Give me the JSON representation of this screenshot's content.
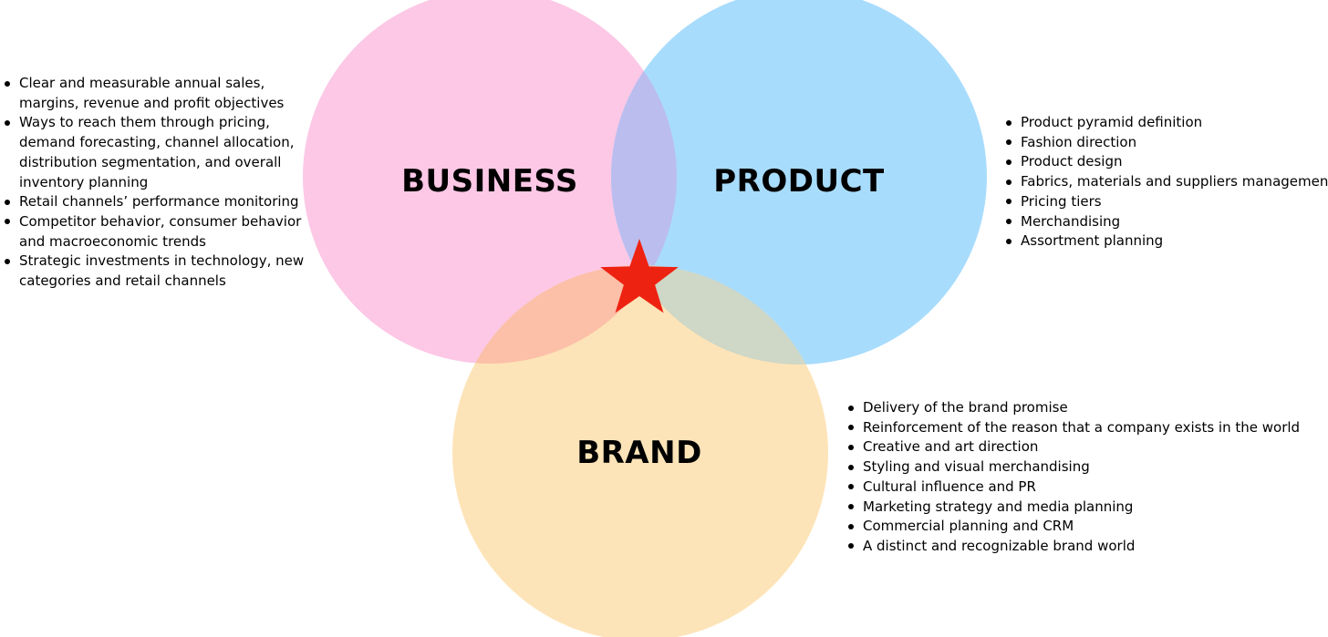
{
  "circles": [
    {
      "key": "business",
      "label": "BUSINESS",
      "color": "#fcc8e6"
    },
    {
      "key": "product",
      "label": "PRODUCT",
      "color": "#a8dcfc"
    },
    {
      "key": "brand",
      "label": "BRAND",
      "color": "#fde4b8"
    }
  ],
  "overlap_colors": {
    "business_product": "#bbbdef",
    "business_brand": "#fcbfa8",
    "product_brand": "#cfd7c6"
  },
  "center_marker": {
    "icon": "star-icon",
    "color": "#ee2211"
  },
  "business_points": [
    [
      "Clear and measurable annual sales,",
      "margins, revenue and profit objectives"
    ],
    [
      "Ways to reach them through pricing,",
      "demand forecasting, channel allocation,",
      "distribution segmentation, and overall",
      "inventory planning"
    ],
    [
      "Retail channels’ performance monitoring"
    ],
    [
      "Competitor behavior, consumer behavior",
      "and macroeconomic trends"
    ],
    [
      "Strategic investments in technology, new",
      "categories and retail channels"
    ]
  ],
  "product_points": [
    "Product pyramid definition",
    "Fashion direction",
    "Product design",
    "Fabrics, materials and suppliers management",
    "Pricing tiers",
    "Merchandising",
    "Assortment planning"
  ],
  "brand_points": [
    "Delivery of the brand promise",
    "Reinforcement of the reason that a company exists in the world",
    "Creative and art direction",
    "Styling and visual merchandising",
    "Cultural influence and PR",
    "Marketing strategy and media planning",
    "Commercial planning and CRM",
    "A distinct and recognizable brand world"
  ]
}
